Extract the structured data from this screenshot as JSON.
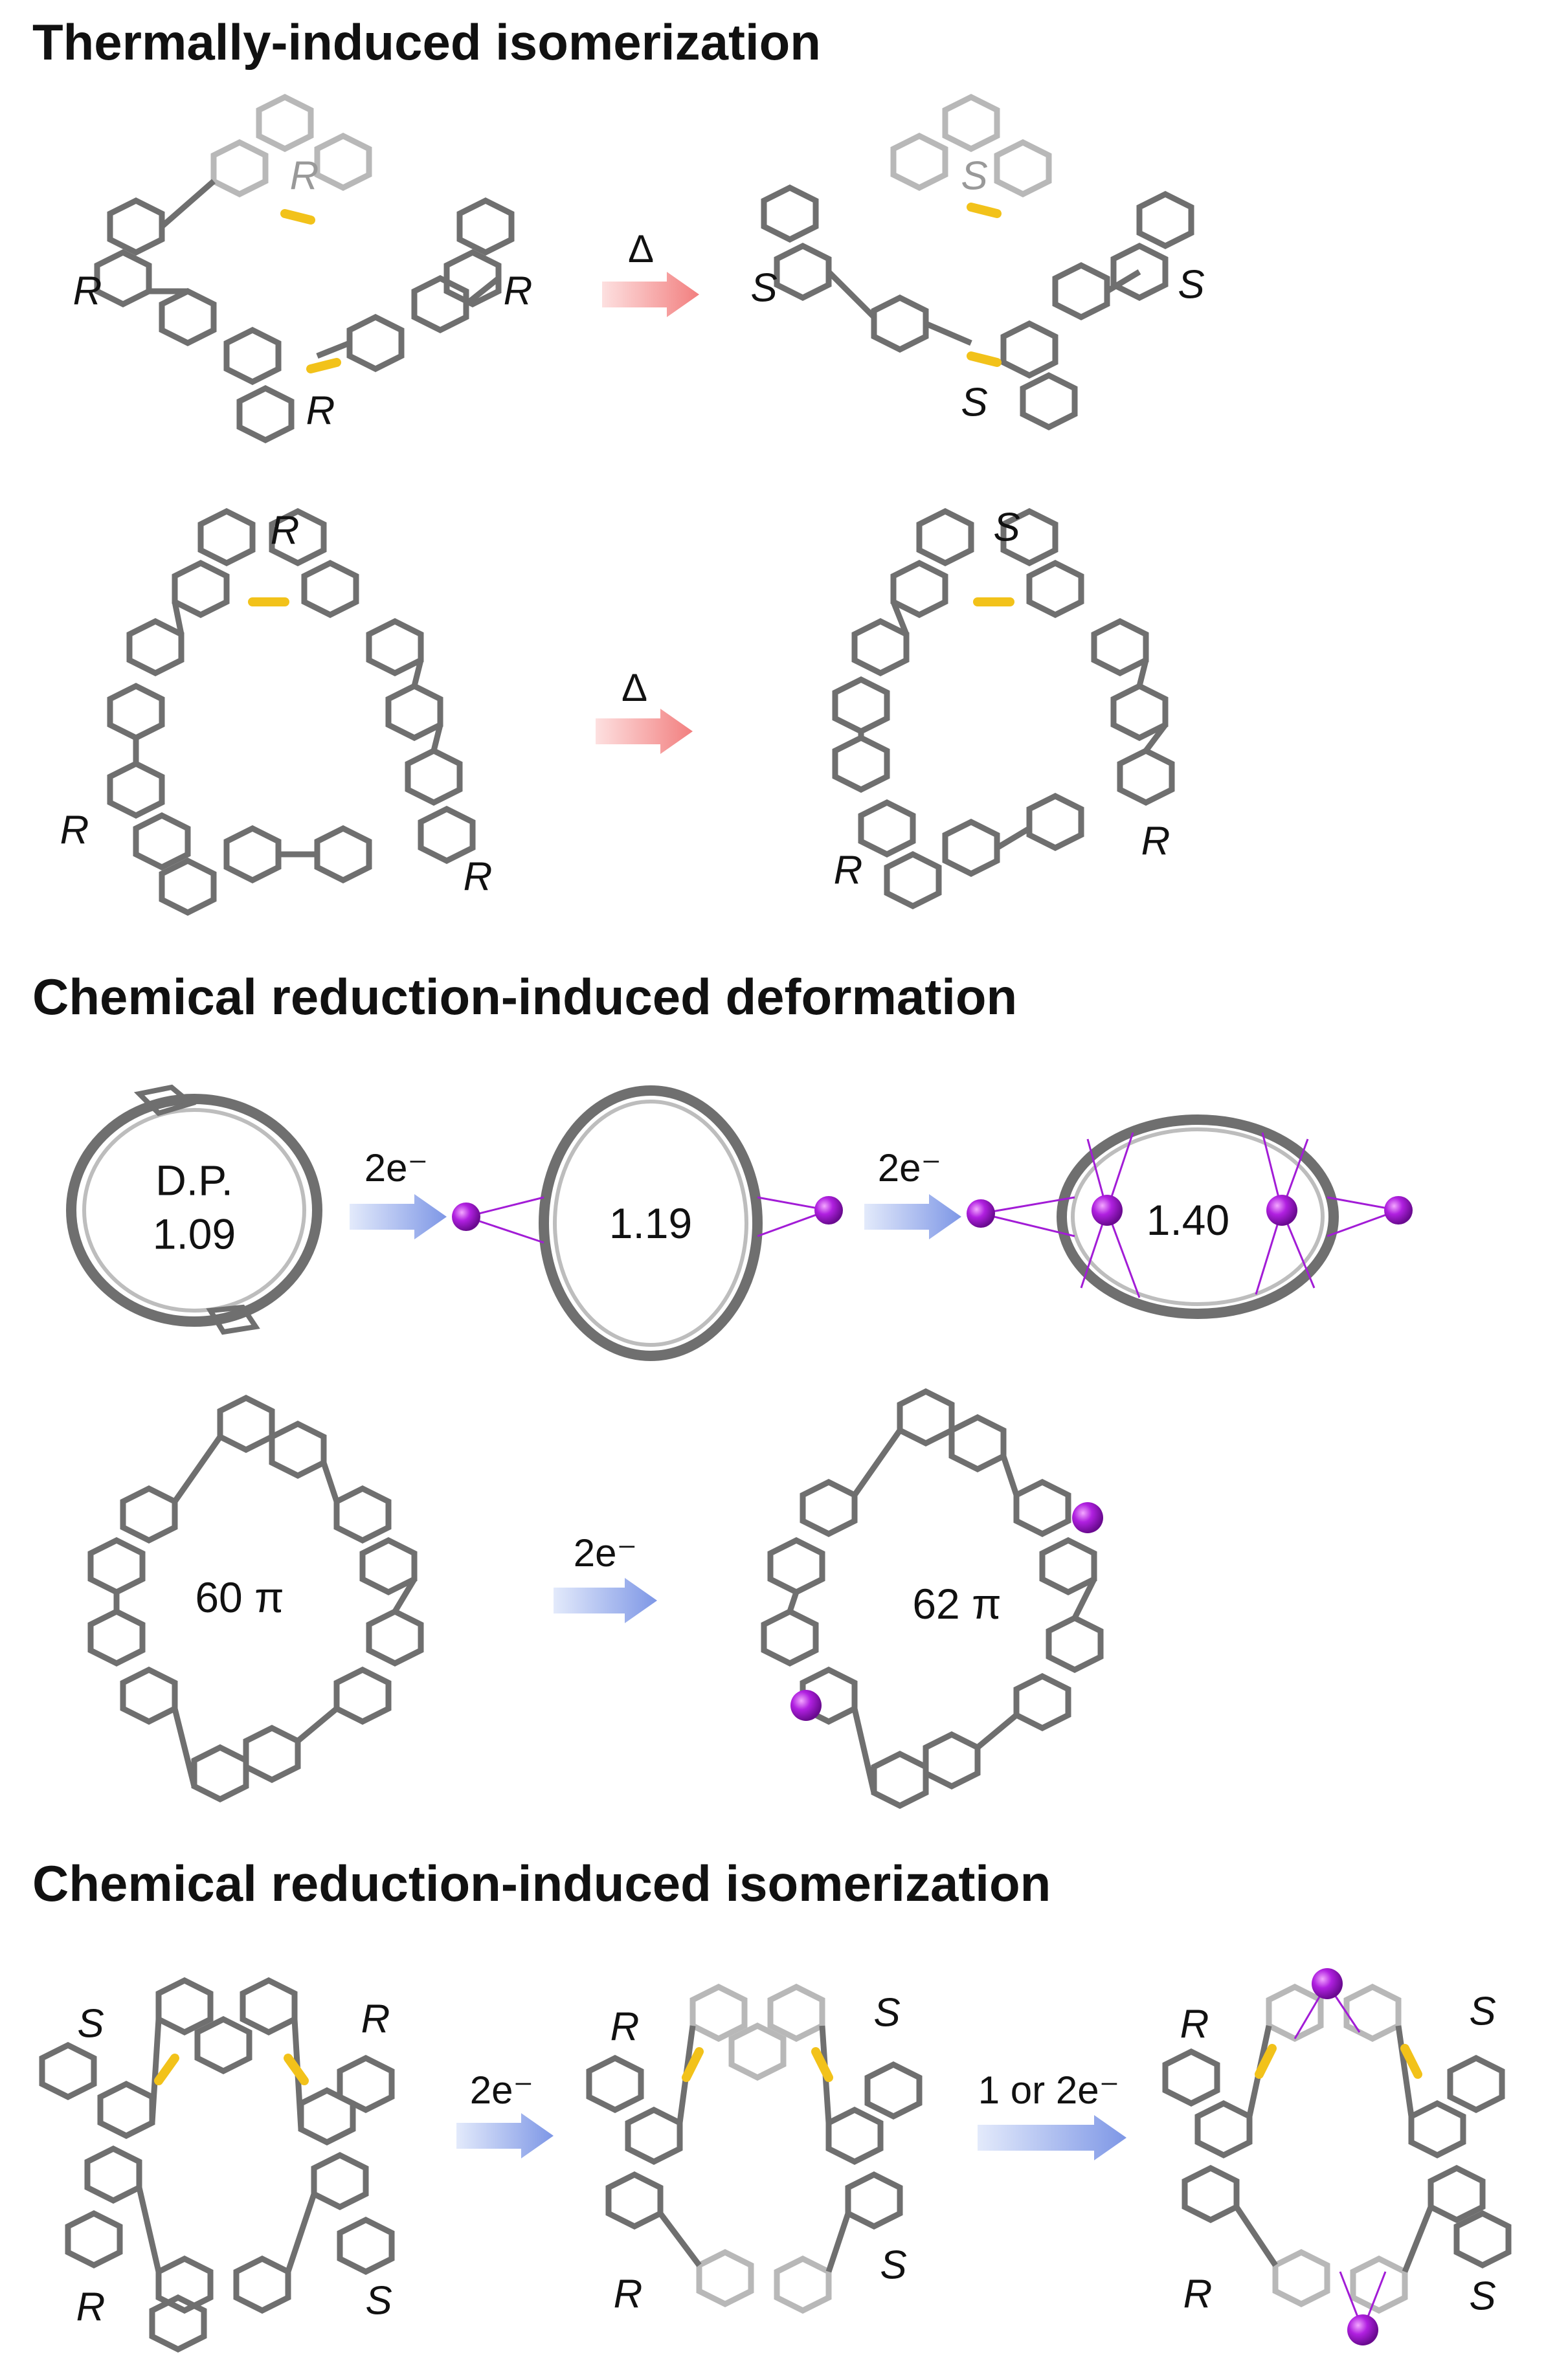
{
  "sections": {
    "thermal_title": "Thermally-induced isomerization",
    "deformation_title": "Chemical reduction-induced deformation",
    "reduction_iso_title": "Chemical reduction-induced isomerization"
  },
  "thermal": {
    "arrow_symbol": "Δ",
    "row1_left_labels": [
      "R",
      "R",
      "R",
      "R"
    ],
    "row1_right_labels": [
      "S",
      "S",
      "S",
      "S"
    ],
    "row2_left_labels": [
      "R",
      "R",
      "R"
    ],
    "row2_right_labels": [
      "S",
      "R",
      "R"
    ]
  },
  "deformation": {
    "reductant": "2e⁻",
    "dp_label": "D.P.",
    "dp_values": [
      "1.09",
      "1.19",
      "1.40"
    ],
    "pi_before": "60 π",
    "pi_after": "62 π"
  },
  "reduction_iso": {
    "arrow1": "2e⁻",
    "arrow2": "1 or 2e⁻",
    "mol1_labels": [
      "S",
      "R",
      "R",
      "S"
    ],
    "mol2_labels": [
      "R",
      "S",
      "R",
      "S"
    ],
    "mol3_labels": [
      "R",
      "S",
      "R",
      "S"
    ]
  },
  "colors": {
    "thermal_arrow": "#f4a0a0",
    "reduction_arrow": "#9fb3ec",
    "potassium": "#a21cd6",
    "highlight_bond": "#f2c21a",
    "carbon": "#6f6f6f"
  }
}
